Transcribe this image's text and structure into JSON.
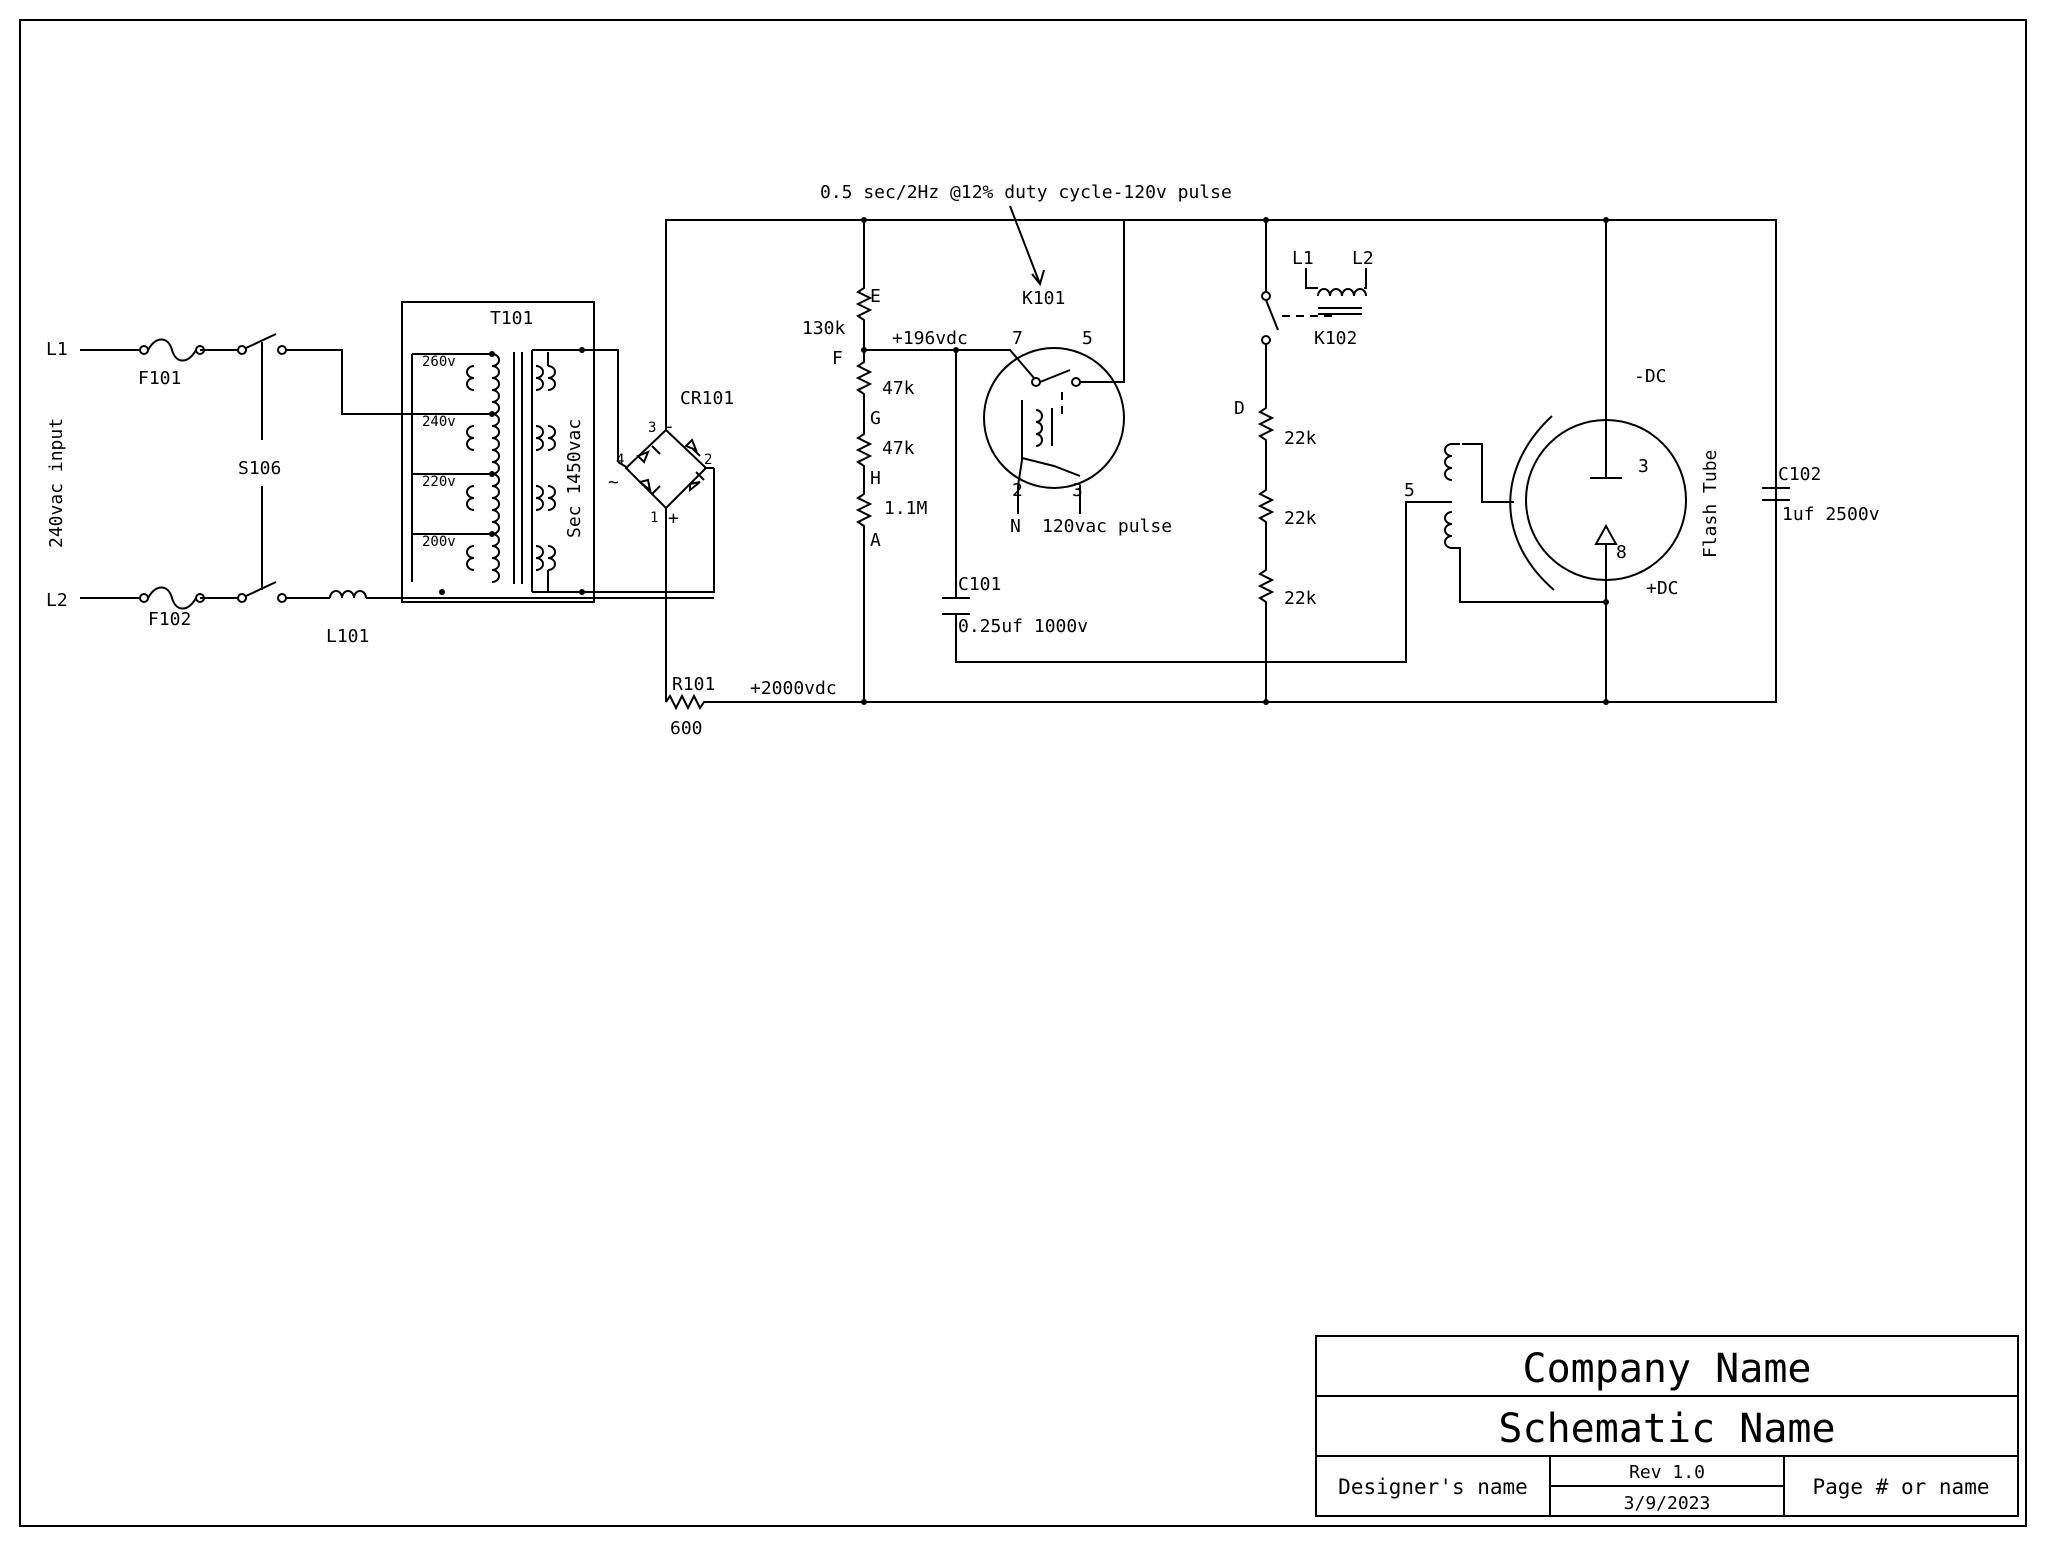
{
  "schematic": {
    "note": "0.5 sec/2Hz @12% duty cycle-120v pulse",
    "input": {
      "l1": "L1",
      "l2": "L2",
      "label": "240vac input",
      "fuse1": "F101",
      "fuse2": "F102",
      "switch": "S106",
      "inductor": "L101"
    },
    "transformer": {
      "name": "T101",
      "taps": [
        "260v",
        "240v",
        "220v",
        "200v"
      ],
      "secondary": "Sec 1450vac"
    },
    "bridge": {
      "name": "CR101",
      "pins": [
        "1",
        "2",
        "3",
        "4"
      ],
      "minus": "-",
      "plus": "+",
      "ac_mark": "~"
    },
    "divider": {
      "nodes": [
        "E",
        "F",
        "G",
        "H",
        "A"
      ],
      "resistors": [
        "130k",
        "47k",
        "47k",
        "1.1M"
      ],
      "vdc": "+196vdc"
    },
    "relay_k101": {
      "name": "K101",
      "pins": [
        "7",
        "5",
        "2",
        "3"
      ],
      "n_label": "N",
      "pulse": "120vac pulse"
    },
    "capacitor_c101": {
      "name": "C101",
      "value": "0.25uf 1000v"
    },
    "relay_k102": {
      "name": "K102",
      "l1": "L1",
      "l2": "L2"
    },
    "right_divider": {
      "node": "D",
      "resistors": [
        "22k",
        "22k",
        "22k"
      ]
    },
    "flash_tube": {
      "label": "Flash Tube",
      "minus": "-DC",
      "plus": "+DC",
      "pin_top": "3",
      "pin_bottom": "8",
      "trigger_pin": "5"
    },
    "capacitor_c102": {
      "name": "C102",
      "value": "1uf 2500v"
    },
    "resistor_r101": {
      "name": "R101",
      "value": "600"
    },
    "hv": "+2000vdc"
  },
  "title_block": {
    "company": "Company Name",
    "schematic": "Schematic Name",
    "designer": "Designer's name",
    "rev": "Rev 1.0",
    "date": "3/9/2023",
    "page": "Page # or name"
  }
}
